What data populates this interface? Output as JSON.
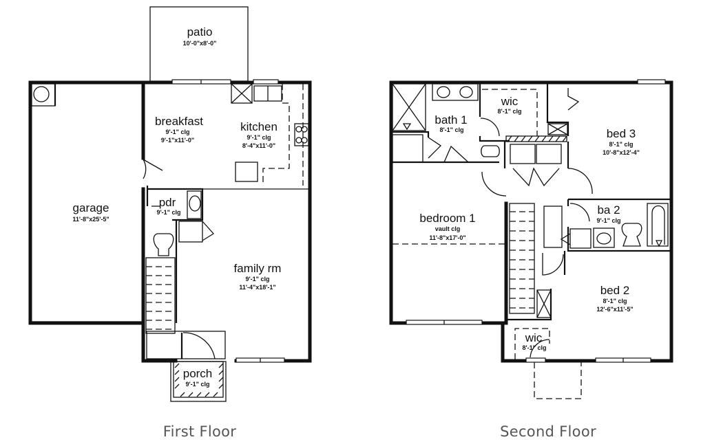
{
  "first_floor": {
    "title": "First Floor",
    "rooms": {
      "patio": {
        "name": "patio",
        "size": "10'-0\"x8'-0\""
      },
      "breakfast": {
        "name": "breakfast",
        "ceiling": "9'-1\" clg",
        "size": "9'-1\"x11'-0\""
      },
      "kitchen": {
        "name": "kitchen",
        "ceiling": "9'-1\" clg",
        "size": "8'-4\"x11'-0\""
      },
      "garage": {
        "name": "garage",
        "size": "11'-8\"x25'-5\""
      },
      "pdr": {
        "name": "pdr",
        "ceiling": "9'-1\" clg"
      },
      "family_rm": {
        "name": "family rm",
        "ceiling": "9'-1\" clg",
        "size": "11'-4\"x18'-1\""
      },
      "porch": {
        "name": "porch",
        "ceiling": "9'-1\" clg"
      }
    }
  },
  "second_floor": {
    "title": "Second Floor",
    "rooms": {
      "bath1": {
        "name": "bath 1",
        "ceiling": "8'-1\" clg"
      },
      "wic_master": {
        "name": "wic",
        "ceiling": "8'-1\" clg"
      },
      "bed3": {
        "name": "bed 3",
        "ceiling": "8'-1\" clg",
        "size": "10'-8\"x12'-4\""
      },
      "bedroom1": {
        "name": "bedroom 1",
        "ceiling": "vault clg",
        "size": "11'-8\"x17'-0\""
      },
      "ba2": {
        "name": "ba 2",
        "ceiling": "9'-1\" clg"
      },
      "bed2": {
        "name": "bed 2",
        "ceiling": "8'-1\" clg",
        "size": "12'-6\"x11'-5\""
      },
      "wic_bed2": {
        "name": "wic",
        "ceiling": "8'-1\" clg"
      }
    }
  }
}
